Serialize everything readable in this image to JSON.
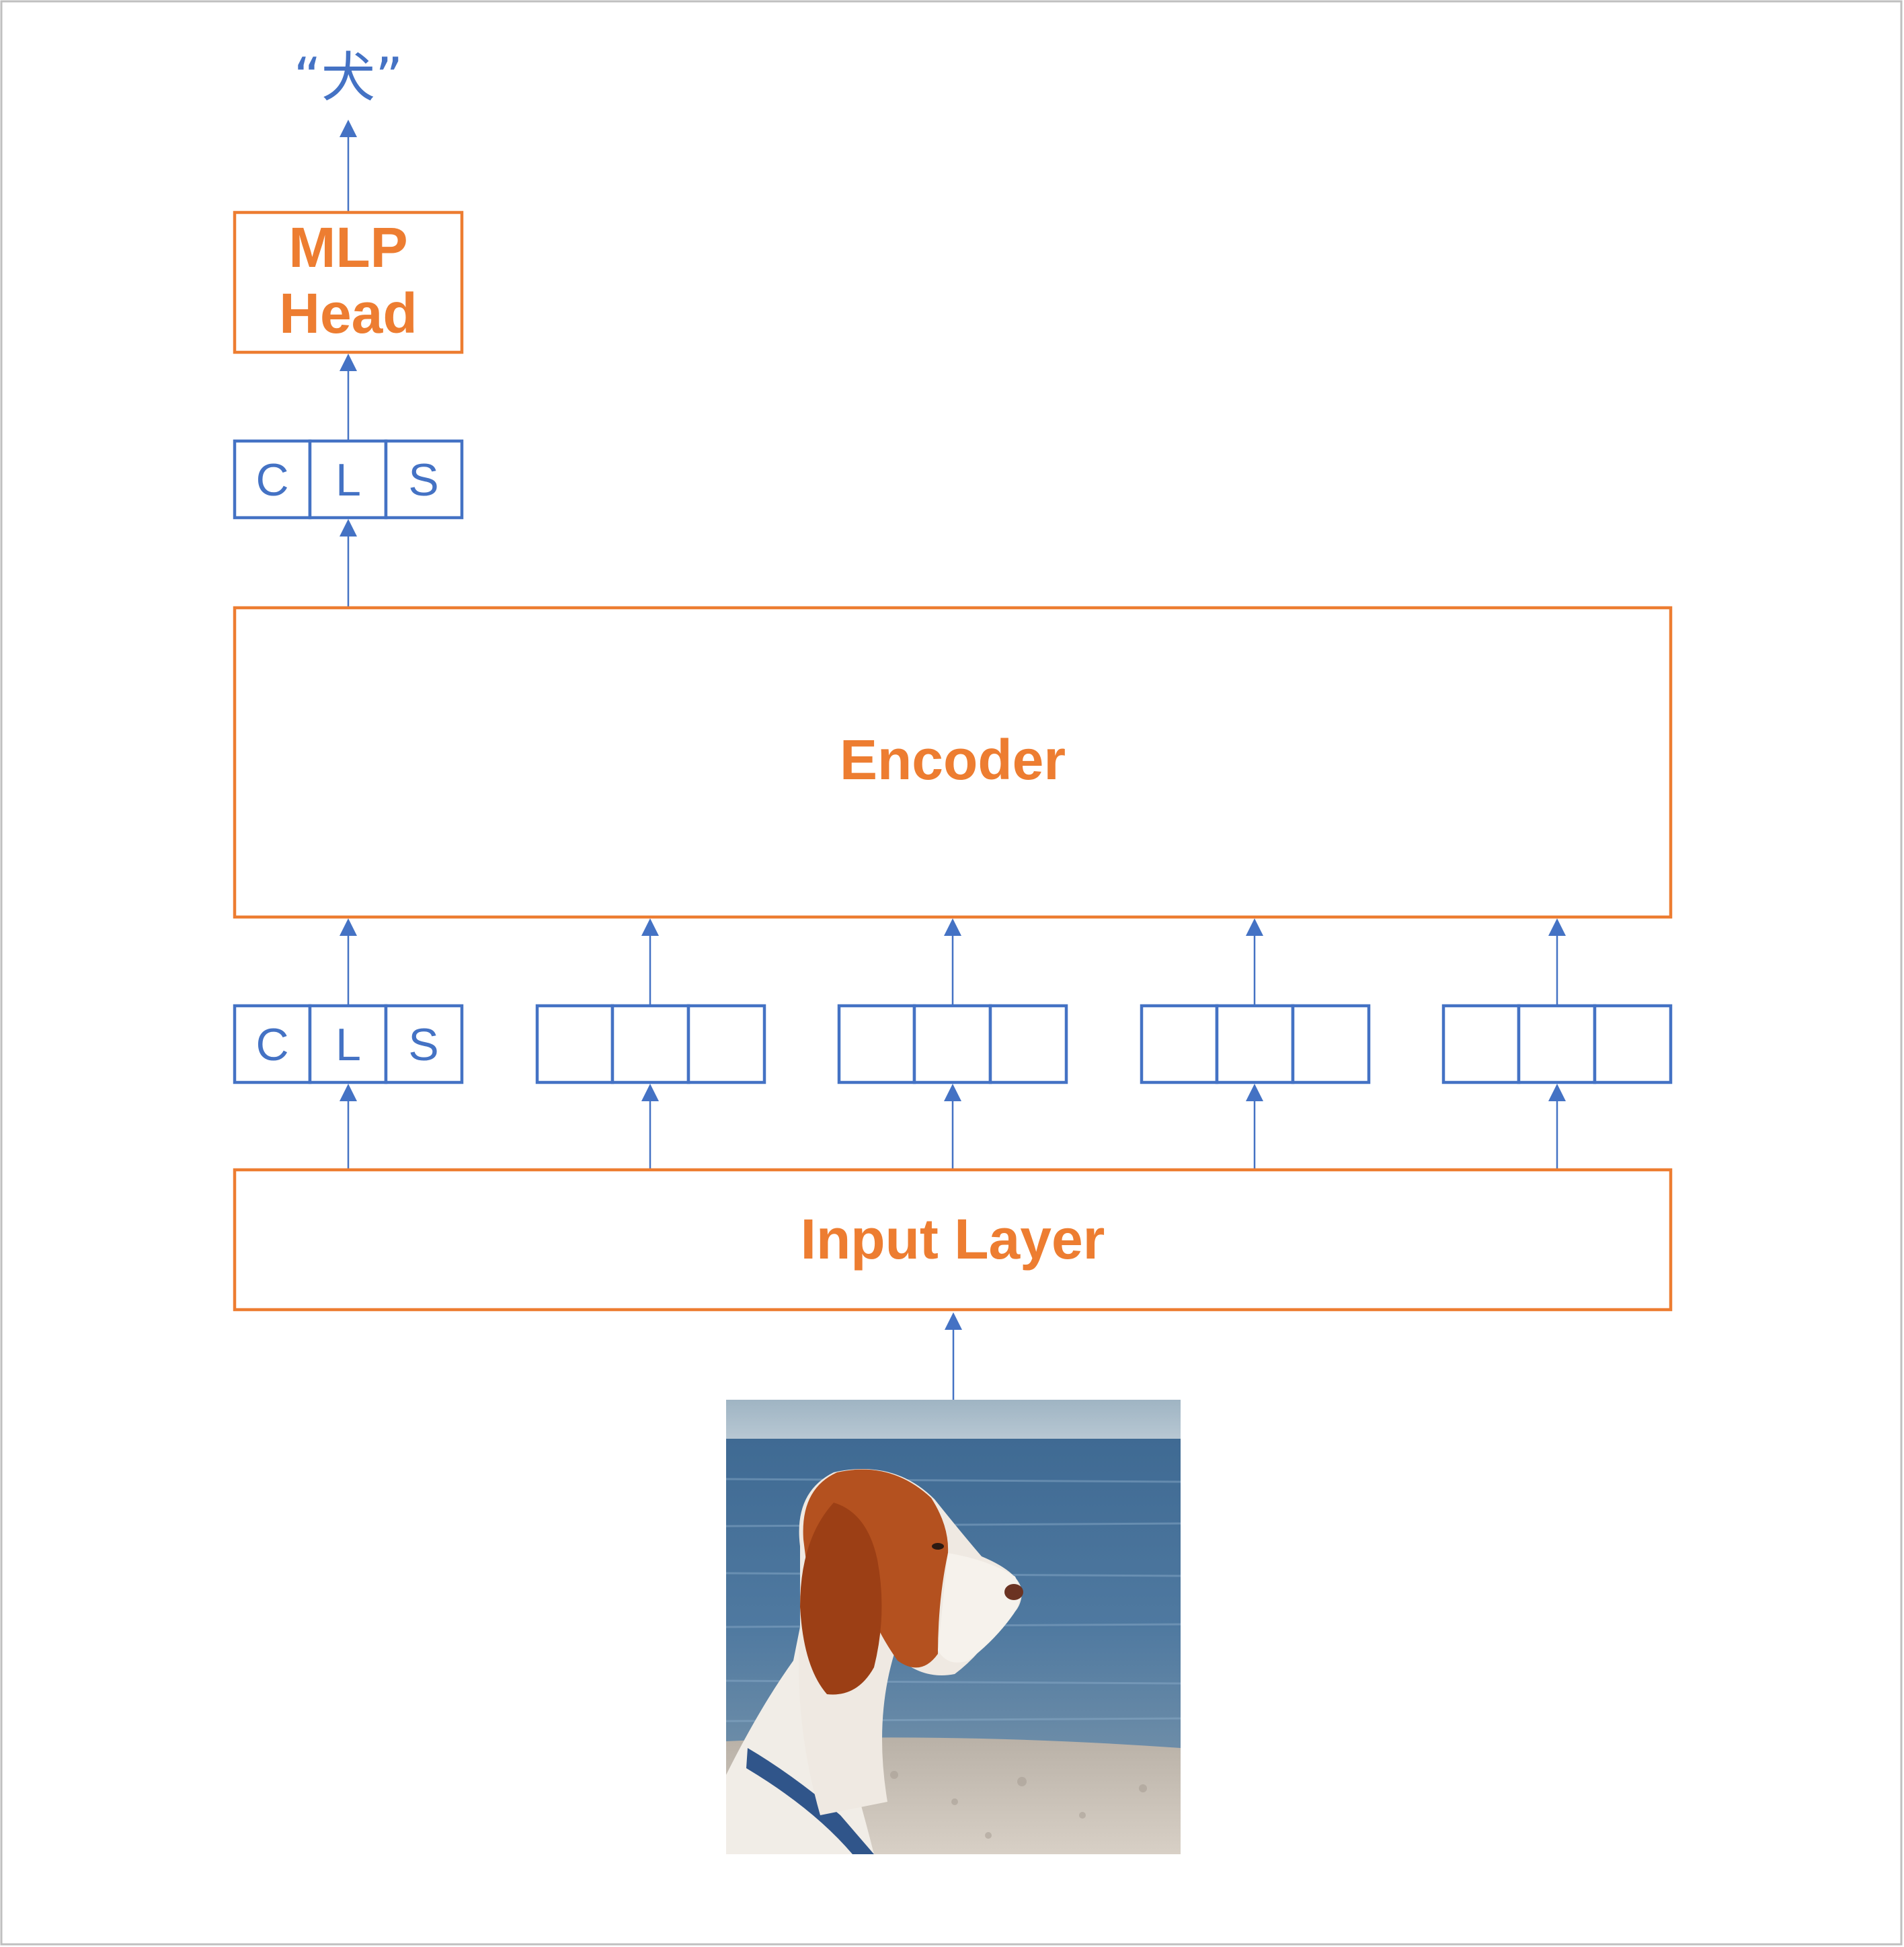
{
  "output_label": "“犬”",
  "mlp_head": {
    "line1": "MLP",
    "line2": "Head"
  },
  "cls_token_top": [
    "C",
    "L",
    "S"
  ],
  "encoder": {
    "label": "Encoder"
  },
  "tokens": [
    [
      "C",
      "L",
      "S"
    ],
    [
      "",
      "",
      ""
    ],
    [
      "",
      "",
      ""
    ],
    [
      "",
      "",
      ""
    ],
    [
      "",
      "",
      ""
    ]
  ],
  "input_layer": {
    "label": "Input Layer"
  },
  "input_image": {
    "subject": "dog-photo"
  },
  "colors": {
    "orange": "#ed7d31",
    "blue": "#4472c4",
    "frame": "#bfbfbf"
  }
}
